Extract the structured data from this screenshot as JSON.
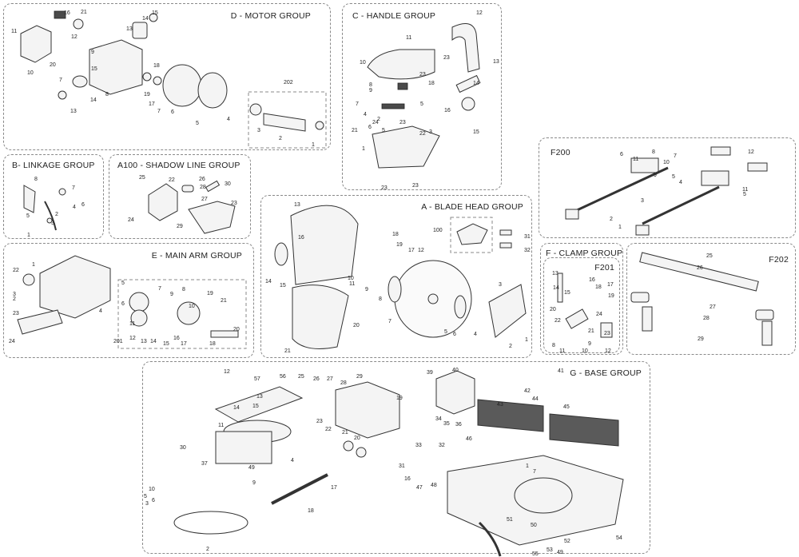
{
  "groups": {
    "motor": "D - MOTOR GROUP",
    "handle": "C - HANDLE GROUP",
    "linkage": "B- LINKAGE GROUP",
    "shadow": "A100 - SHADOW LINE GROUP",
    "main_arm": "E - MAIN ARM GROUP",
    "blade_head": "A - BLADE HEAD GROUP",
    "f200": "F200",
    "clamp": "F - CLAMP GROUP",
    "f201": "F201",
    "f202": "F202",
    "base": "G - BASE GROUP"
  },
  "callouts": {
    "motor": [
      "16",
      "21",
      "15",
      "14",
      "13",
      "11",
      "12",
      "9",
      "20",
      "10",
      "7",
      "13",
      "14",
      "15",
      "8",
      "18",
      "19",
      "17",
      "7",
      "6",
      "5",
      "4",
      "202",
      "3",
      "2",
      "1"
    ],
    "handle": [
      "12",
      "11",
      "13",
      "10",
      "23",
      "23",
      "8",
      "9",
      "7",
      "5",
      "4",
      "3",
      "2",
      "18",
      "14",
      "16",
      "15",
      "22",
      "21",
      "24",
      "23",
      "1",
      "23",
      "23",
      "6",
      "5"
    ],
    "linkage": [
      "8",
      "7",
      "4",
      "6",
      "5",
      "2",
      "3",
      "1"
    ],
    "shadow": [
      "25",
      "22",
      "26",
      "28",
      "27",
      "30",
      "23",
      "24",
      "29"
    ],
    "main_arm": [
      "1",
      "22",
      "3",
      "2",
      "23",
      "4",
      "24",
      "5",
      "6",
      "7",
      "8",
      "9",
      "10",
      "11",
      "12",
      "13",
      "14",
      "15",
      "16",
      "17",
      "18",
      "19",
      "20",
      "21",
      "201"
    ],
    "blade_head": [
      "13",
      "16",
      "14",
      "15",
      "21",
      "10",
      "11",
      "18",
      "19",
      "17",
      "12",
      "20",
      "7",
      "9",
      "8",
      "100",
      "31",
      "32",
      "3",
      "5",
      "6",
      "4",
      "2",
      "1"
    ],
    "f200": [
      "6",
      "11",
      "8",
      "10",
      "12",
      "9",
      "11",
      "5",
      "4",
      "3",
      "2",
      "1",
      "5",
      "7"
    ],
    "clamp": [
      "13",
      "14",
      "15",
      "16",
      "18",
      "17",
      "19",
      "20",
      "24",
      "21",
      "22",
      "23",
      "8",
      "11",
      "10",
      "12",
      "9"
    ],
    "f202": [
      "25",
      "26",
      "27",
      "28",
      "29"
    ],
    "base": [
      "12",
      "56",
      "57",
      "25",
      "26",
      "27",
      "28",
      "29",
      "40",
      "39",
      "41",
      "42",
      "43",
      "44",
      "45",
      "13",
      "14",
      "15",
      "11",
      "23",
      "22",
      "21",
      "20",
      "19",
      "34",
      "35",
      "36",
      "46",
      "32",
      "33",
      "31",
      "30",
      "37",
      "4",
      "17",
      "18",
      "16",
      "48",
      "47",
      "49",
      "9",
      "10",
      "5",
      "6",
      "3",
      "2",
      "1",
      "7",
      "54",
      "55",
      "51",
      "50",
      "52",
      "53",
      "49",
      "48",
      "47"
    ]
  }
}
